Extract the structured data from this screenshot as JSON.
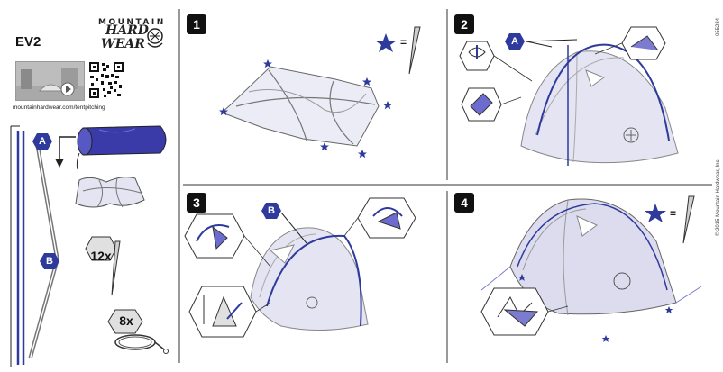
{
  "brand": {
    "line1": "MOUNTAIN",
    "line2": "HARD",
    "line3": "WEAR"
  },
  "model": "EV2",
  "url": "mountainhardwear.com/tentpitching",
  "left_panel": {
    "pole_a_label": "A",
    "pole_b_label": "B",
    "stake_count": "12x",
    "guyline_count": "8x"
  },
  "steps": [
    {
      "number": "1",
      "equals": "="
    },
    {
      "number": "2",
      "pole_label": "A"
    },
    {
      "number": "3",
      "pole_label": "B"
    },
    {
      "number": "4",
      "equals": "="
    }
  ],
  "copyright": "© 2015 Mountain Hardwear, Inc.",
  "doc_code": "055284",
  "colors": {
    "accent": "#2f3b9c",
    "ink": "#111111",
    "tent": "#dcdcee",
    "guide": "#7b7bd0"
  },
  "icons": [
    "mountain-hardwear-logo-icon",
    "play-icon",
    "qr-code-icon",
    "star-icon",
    "stake-icon",
    "arrow-down-icon",
    "guyline-icon"
  ]
}
